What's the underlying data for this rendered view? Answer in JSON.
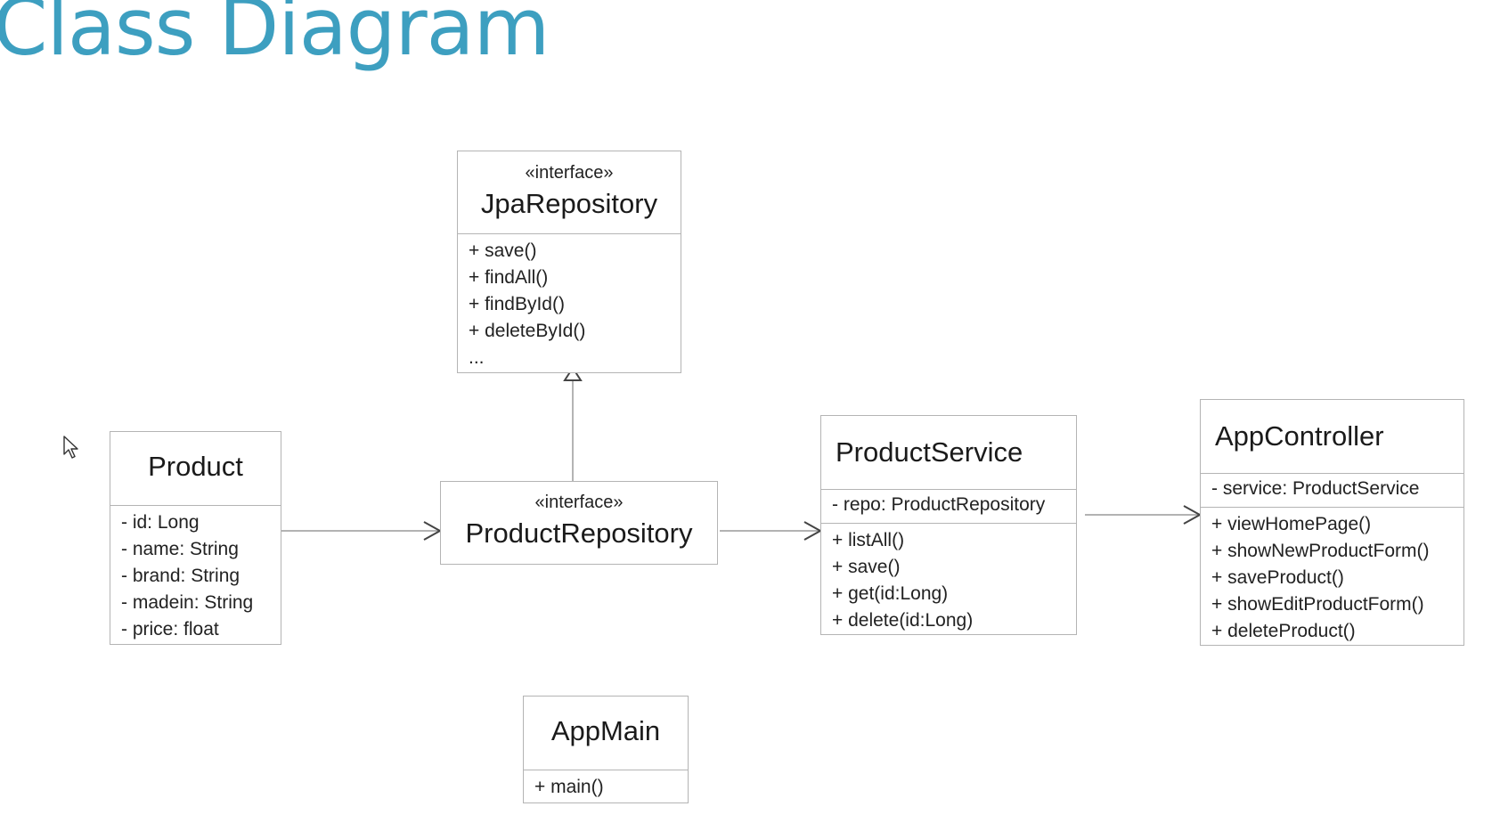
{
  "title": "Class Diagram",
  "classes": {
    "jpa": {
      "stereotype": "«interface»",
      "name": "JpaRepository",
      "methods": [
        "+ save()",
        "+ findAll()",
        "+ findById()",
        "+ deleteById()",
        "..."
      ]
    },
    "product": {
      "name": "Product",
      "attributes": [
        "- id: Long",
        "- name: String",
        "- brand: String",
        "- madein: String",
        "- price: float"
      ]
    },
    "repo": {
      "stereotype": "«interface»",
      "name": "ProductRepository"
    },
    "service": {
      "name": "ProductService",
      "attributes": [
        "- repo: ProductRepository"
      ],
      "methods": [
        "+ listAll()",
        "+ save()",
        "+ get(id:Long)",
        "+ delete(id:Long)"
      ]
    },
    "controller": {
      "name": "AppController",
      "attributes": [
        "- service: ProductService"
      ],
      "methods": [
        "+ viewHomePage()",
        "+ showNewProductForm()",
        "+ saveProduct()",
        "+ showEditProductForm()",
        "+ deleteProduct()"
      ]
    },
    "main": {
      "name": "AppMain",
      "methods": [
        "+ main()"
      ]
    }
  },
  "colors": {
    "title": "#3d9fc0",
    "border": "#b4b4b4",
    "connector": "#9a9a9a"
  }
}
